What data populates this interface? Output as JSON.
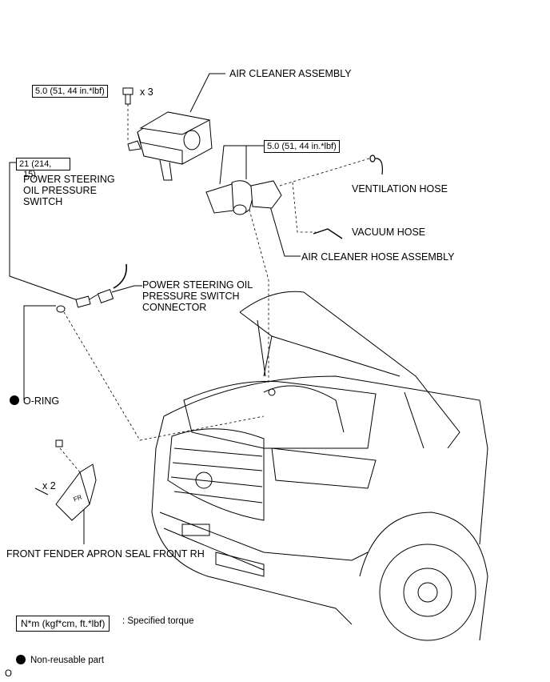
{
  "labels": {
    "air_cleaner_assembly": "AIR CLEANER ASSEMBLY",
    "ventilation_hose": "VENTILATION HOSE",
    "vacuum_hose": "VACUUM HOSE",
    "air_cleaner_hose_assembly": "AIR CLEANER HOSE ASSEMBLY",
    "ps_switch_line1": "POWER STEERING",
    "ps_switch_line2": "OIL PRESSURE",
    "ps_switch_line3": "SWITCH",
    "ps_connector_line1": "POWER STEERING OIL",
    "ps_connector_line2": "PRESSURE SWITCH",
    "ps_connector_line3": "CONNECTOR",
    "o_ring": "O-RING",
    "fender_seal": "FRONT FENDER APRON SEAL FRONT RH",
    "bolt_qty_top": "x 3",
    "bolt_qty_fender": "x 2"
  },
  "torques": {
    "air_cleaner_bolts": "5.0 (51, 44 in.*lbf)",
    "hose_clamps": "5.0 (51, 44 in.*lbf)",
    "ps_switch_line1": "21 (214,",
    "ps_switch_line2": "15)"
  },
  "legend": {
    "torque_unit": "N*m (kgf*cm, ft.*lbf)",
    "torque_desc": ": Specified torque",
    "non_reusable": "Non-reusable part",
    "corner_mark": "O"
  },
  "fender_mark": "FR"
}
